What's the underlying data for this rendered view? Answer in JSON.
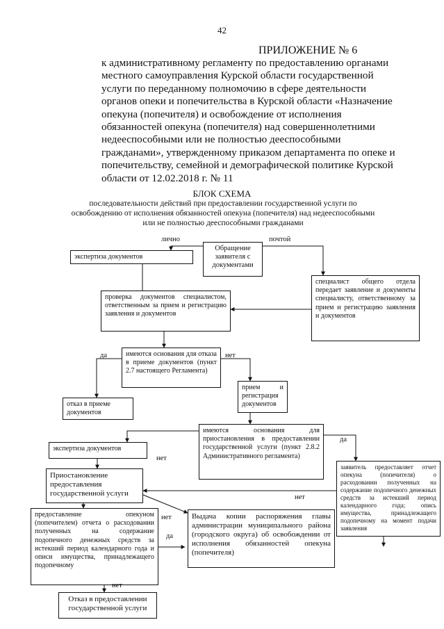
{
  "page_number": "42",
  "appendix": {
    "title": "ПРИЛОЖЕНИЕ № 6",
    "lines": [
      "к административному регламенту по предоставлению органами",
      "местного самоуправления Курской области государственной",
      "услуги по переданному полномочию в сфере деятельности",
      "органов опеки и попечительства в Курской области «Назначение",
      "опекуна (попечителя) и освобождение от исполнения",
      "обязанностей опекуна (попечителя) над совершеннолетними",
      "недееспособными или не полностью дееспособными",
      "гражданами», утвержденному приказом департамента по опеке и",
      "попечительству, семейной и демографической политике Курской",
      "области от 12.02.2018 г. № 11"
    ]
  },
  "scheme": {
    "title": "БЛОК СХЕМА",
    "subtitle_lines": [
      "последовательности действий при предоставлении государственной услуги по",
      "освобождению от исполнения обязанностей опекуна (попечителя) над недееспособными",
      "или не полностью дееспособными гражданами"
    ]
  },
  "boxes": {
    "b1": "экспертиза документов",
    "b2": "Обращение заявителя с документами",
    "b3": "проверка документов специалистом, ответственным за прием и регистрацию заявления и документов",
    "b4": "специалист общего отдела передает заявление и документы специалисту, ответственному за прием и регистрацию заявления и документов",
    "b5": "имеются основания для отказа в приеме документов (пункт 2.7 настоящего Регламента)",
    "b6": "отказ в приеме документов",
    "b7": "прием и регистрация документов",
    "b8": "имеются основания для приостановления в предоставлении государственной услуги (пункт 2.8.2 Административного регламента)",
    "b9": "экспертиза документов",
    "b10": "Приостановление предоставления государственной услуги",
    "b11": "заявитель предоставляет отчет опекуна (попечителя) о расходовании полученных на содержание подопечного денежных средств за истекший период календарного года; опись имущества, принадлежащего подопечному на момент подачи заявления",
    "b12": "предоставление опекуном (попечителем) отчета о расходовании полученных на содержание подопечного денежных средств за истекший период календарного года и описи имущества, принадлежащего подопечному",
    "b13": "Выдача копии распоряжения главы администрации муниципального района (городского округа) об освобождении от исполнения обязанностей опекуна (попечителя)",
    "b14": "Отказ в предоставлении государственной услуги"
  },
  "labels": {
    "personally": "лично",
    "by_mail": "почтой",
    "yes": "да",
    "no": "нет"
  }
}
